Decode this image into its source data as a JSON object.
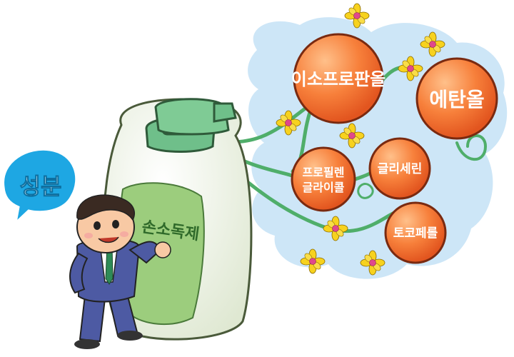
{
  "badge": {
    "text": "성분",
    "color": "#1ea7e3"
  },
  "bottle": {
    "label": "손소독제",
    "body_color": "#eef3e4",
    "label_color": "#9ccd7d",
    "pump_color": "#6fbf8a"
  },
  "ingredients": [
    {
      "id": "isopropanol",
      "lines": [
        "이소프로판올"
      ]
    },
    {
      "id": "ethanol",
      "lines": [
        "에탄올"
      ]
    },
    {
      "id": "propylene-glycol",
      "lines": [
        "프로필렌",
        "글라이콜"
      ]
    },
    {
      "id": "glycerin",
      "lines": [
        "글리세린"
      ]
    },
    {
      "id": "tocopherol",
      "lines": [
        "토코페롤"
      ]
    }
  ],
  "colors": {
    "ingredient_circle": "#f26b2e",
    "ingredient_circle_light": "#ffb07a",
    "cloud": "#c8e3f6",
    "vine": "#4fae6a",
    "flower": "#f7d21e",
    "flower_center": "#e0488c",
    "suit": "#4d5aa3"
  }
}
